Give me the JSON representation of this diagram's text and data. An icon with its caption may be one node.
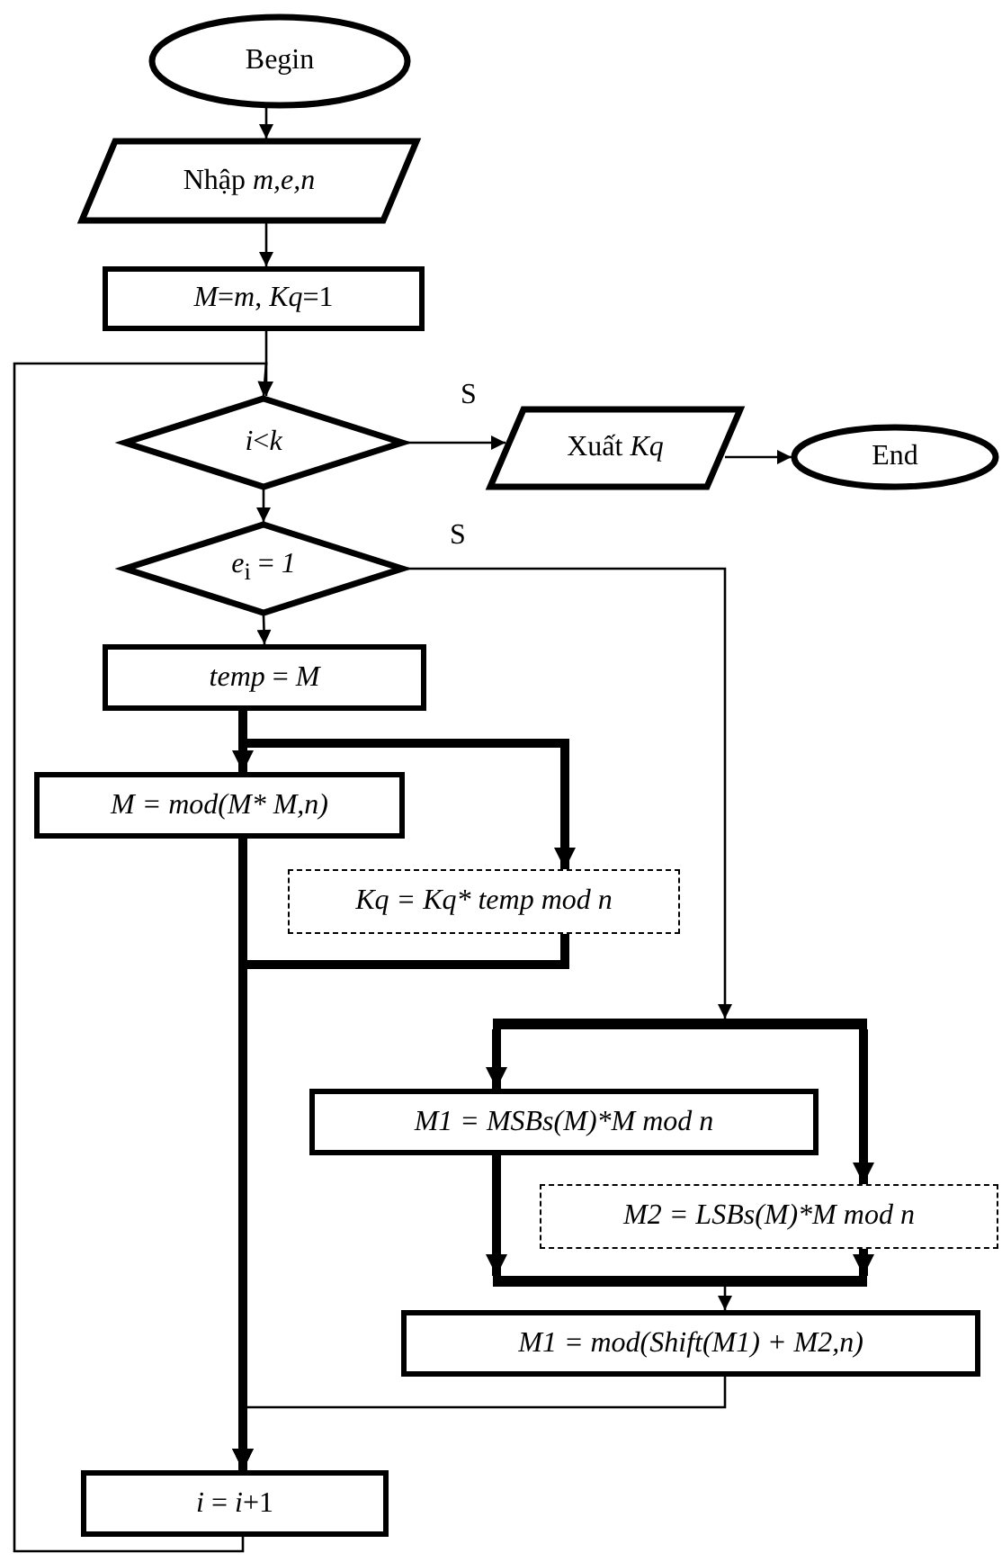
{
  "diagram": {
    "nodes": [
      {
        "text": [
          "Begin"
        ]
      },
      {
        "text": [
          "Nhập *m,e,n*"
        ]
      },
      {
        "text": [
          "*M*=*m*, *Kq*=1"
        ]
      },
      {
        "text": [
          "*i*<*k*"
        ]
      },
      {
        "text": [
          "Xuất *Kq*"
        ]
      },
      {
        "text": [
          "End"
        ]
      },
      {
        "text": [
          "*e*$_{i}$ = *1*"
        ]
      },
      {
        "text": [
          "*temp* = *M*"
        ]
      },
      {
        "text": [
          "M = mod(M* M,n)"
        ]
      },
      {
        "text": [
          "Kq = Kq* temp mod n"
        ]
      },
      {
        "text": [],
        "shape": "bar"
      },
      {
        "text": [
          "M1 = MSBs(M)*M mod n"
        ]
      },
      {
        "text": [
          "M2 = LSBs(M)*M mod n"
        ]
      },
      {
        "text": [],
        "shape": "bar"
      },
      {
        "text": [
          "M1 = mod(Shift(M1) + M2,n)"
        ]
      },
      {
        "text": [
          "*i* = *i*+1"
        ]
      }
    ],
    "edges": [
      {
        "from": 0,
        "to": 1,
        "arrow": "to"
      },
      {
        "from": 1,
        "to": 2,
        "arrow": "to"
      },
      {
        "from": 2,
        "to": 3,
        "arrow": "to"
      },
      {
        "from": 3,
        "to": 4,
        "arrow": "to",
        "label": "S"
      },
      {
        "from": 4,
        "to": 5,
        "arrow": "to"
      },
      {
        "from": 3,
        "to": 6,
        "arrow": "to"
      },
      {
        "from": 6,
        "to": 7,
        "arrow": "to"
      },
      {
        "from": 6,
        "to": 10,
        "arrow": "to",
        "label": "S"
      },
      {
        "from": 7,
        "to": 8,
        "arrow": "to",
        "style": "thick"
      },
      {
        "from": 7,
        "to": 9,
        "arrow": "to",
        "style": "thick"
      },
      {
        "from": 8,
        "to": 15,
        "arrow": "to",
        "style": "thick"
      },
      {
        "from": 9,
        "to": 15,
        "arrow": "to",
        "style": "thick"
      },
      {
        "from": 10,
        "to": 11,
        "arrow": "to",
        "style": "thick"
      },
      {
        "from": 10,
        "to": 12,
        "arrow": "to",
        "style": "thick"
      },
      {
        "from": 11,
        "to": 13,
        "arrow": "to",
        "style": "thick"
      },
      {
        "from": 12,
        "to": 13,
        "arrow": "to",
        "style": "thick"
      },
      {
        "from": 13,
        "to": 14,
        "arrow": "to"
      },
      {
        "from": 14,
        "to": 15,
        "arrow": "to"
      },
      {
        "from": 15,
        "to": 3,
        "arrow": "to"
      }
    ]
  }
}
